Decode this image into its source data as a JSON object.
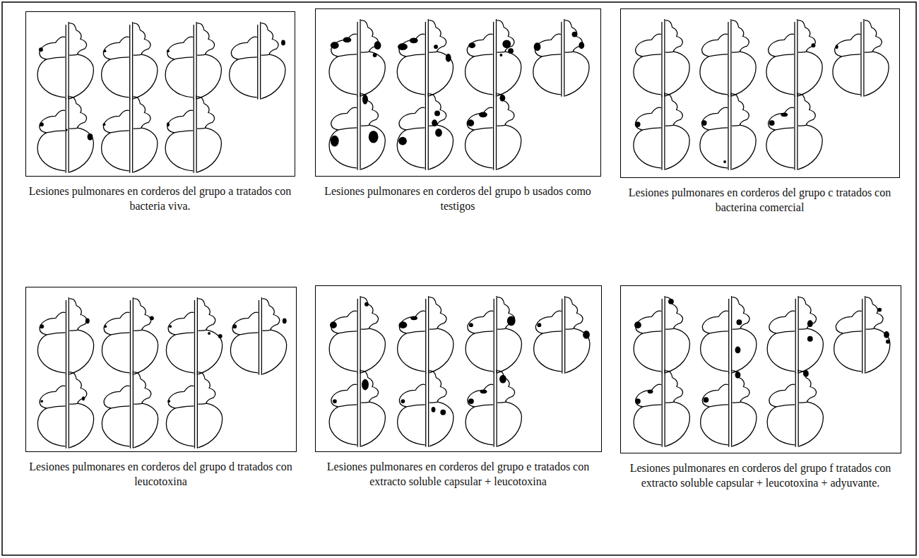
{
  "diagram": {
    "nodes": [
      {
        "text": [
          "Lesiones pulmonares en corderos del grupo a tratados con bacteria viva."
        ]
      },
      {
        "text": [
          "Lesiones pulmonares en corderos del grupo b usados como testigos"
        ]
      },
      {
        "text": [
          "Lesiones pulmonares en corderos del grupo c tratados con bacterina comercial"
        ]
      },
      {
        "text": [
          "Lesiones pulmonares en corderos del grupo d tratados con leucotoxina"
        ]
      },
      {
        "text": [
          "Lesiones pulmonares en corderos del grupo e tratados con extracto soluble capsular + leucotoxina"
        ]
      },
      {
        "text": [
          "Lesiones pulmonares en corderos del grupo f tratados con extracto soluble capsular + leucotoxina + adyuvante."
        ]
      }
    ]
  }
}
